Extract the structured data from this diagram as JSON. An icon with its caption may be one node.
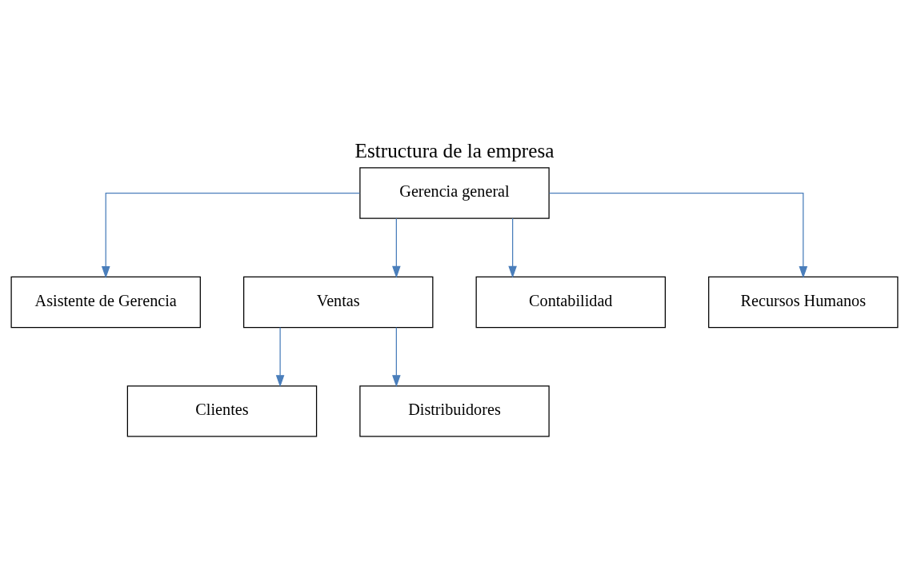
{
  "diagram": {
    "title": "Estructura de la empresa",
    "nodes": [
      {
        "text": [
          "Gerencia general"
        ]
      },
      {
        "text": [
          "Asistente de Gerencia"
        ]
      },
      {
        "text": [
          "Ventas"
        ]
      },
      {
        "text": [
          "Contabilidad"
        ]
      },
      {
        "text": [
          "Clientes"
        ]
      },
      {
        "text": [
          "Recursos Humanos"
        ]
      },
      {
        "text": [
          "Distribuidores"
        ]
      }
    ],
    "edges": [
      {
        "from": 0,
        "to": 1,
        "arrow": "to"
      },
      {
        "from": 0,
        "to": 2,
        "arrow": "to"
      },
      {
        "from": 0,
        "to": 3,
        "arrow": "to"
      },
      {
        "from": 0,
        "to": 5,
        "arrow": "to"
      },
      {
        "from": 2,
        "to": 4,
        "arrow": "to"
      },
      {
        "from": 2,
        "to": 6,
        "arrow": "to"
      }
    ]
  }
}
